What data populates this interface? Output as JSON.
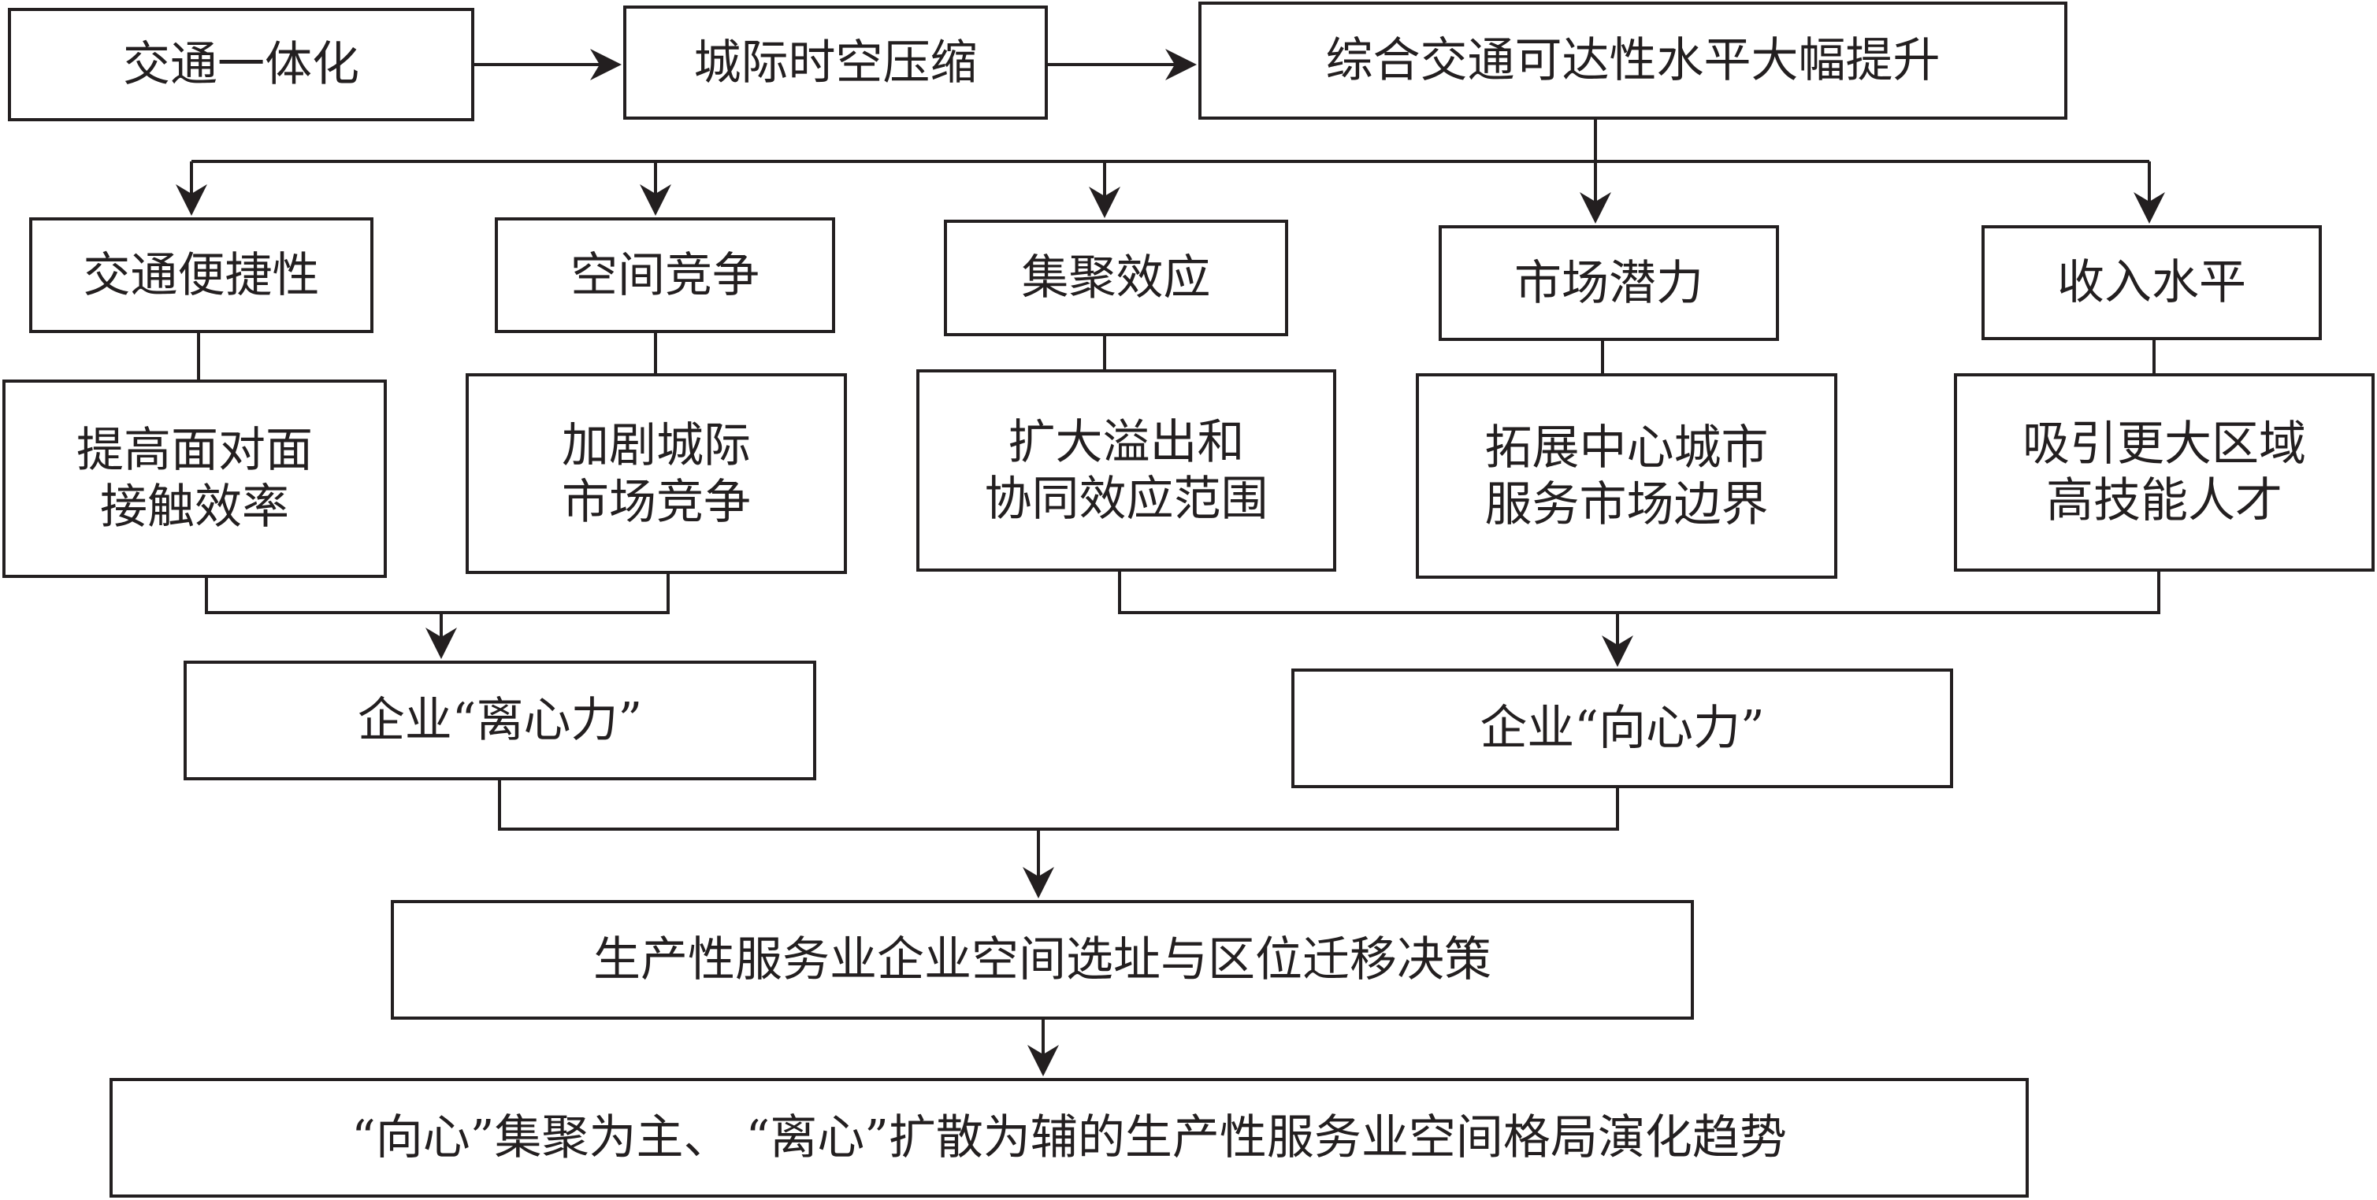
{
  "nodes": {
    "transport_integration": "交通一体化",
    "intercity_compression": "城际时空压缩",
    "accessibility_increase": "综合交通可达性水平大幅提升",
    "transport_convenience": "交通便捷性",
    "spatial_competition": "空间竞争",
    "agglomeration_effect": "集聚效应",
    "market_potential": "市场潜力",
    "income_level": "收入水平",
    "f2f_efficiency": [
      "提高面对面",
      "接触效率"
    ],
    "intercity_market_competition": [
      "加剧城际",
      "市场竞争"
    ],
    "spillover_scope": [
      "扩大溢出和",
      "协同效应范围"
    ],
    "service_market_boundary": [
      "拓展中心城市",
      "服务市场边界"
    ],
    "talent_attraction": [
      "吸引更大区域",
      "高技能人才"
    ],
    "centrifugal_force": "企业“离心力”",
    "centripetal_force": "企业“向心力”",
    "location_decision": "生产性服务业企业空间选址与区位迁移决策",
    "evolution_trend": "“向心”集聚为主、 “离心”扩散为辅的生产性服务业空间格局演化趋势"
  },
  "colors": {
    "line": "#231f20",
    "text": "#231f20",
    "background": "#ffffff"
  }
}
